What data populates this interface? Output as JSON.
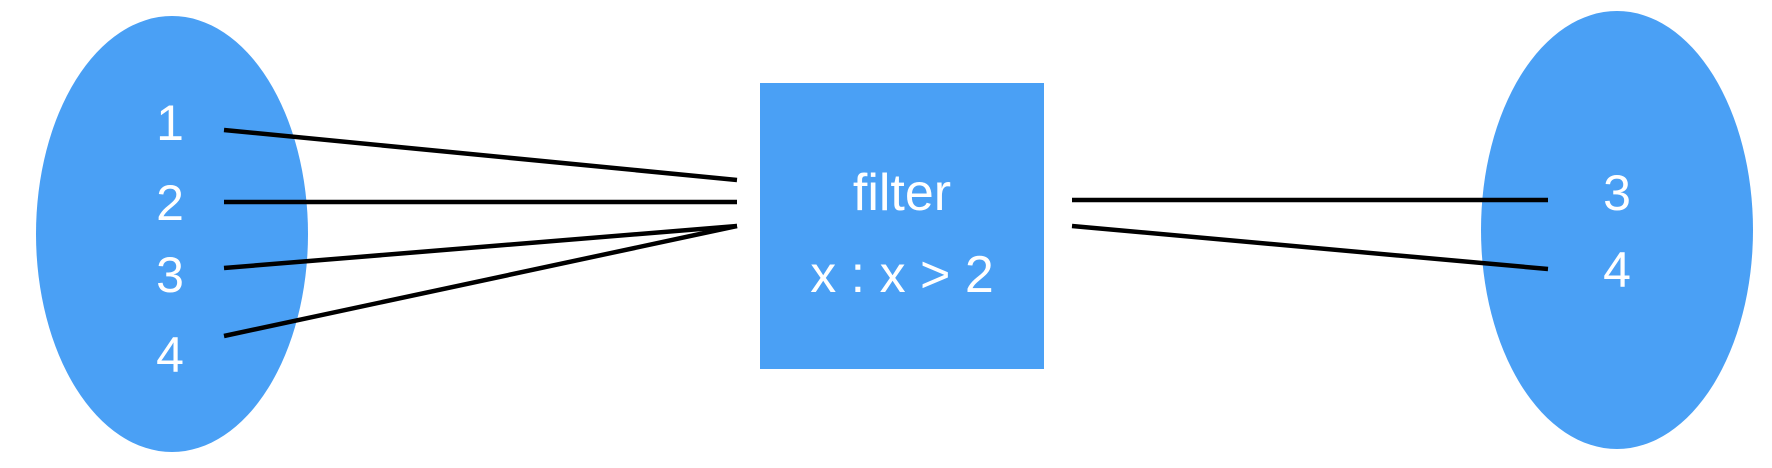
{
  "colors": {
    "shape_fill": "#4aa0f5",
    "text": "#ffffff",
    "connector": "#000000",
    "background": "#ffffff"
  },
  "input_set": {
    "items": [
      "1",
      "2",
      "3",
      "4"
    ]
  },
  "function_box": {
    "title": "filter",
    "expression": "x : x > 2"
  },
  "output_set": {
    "items": [
      "3",
      "4"
    ]
  }
}
